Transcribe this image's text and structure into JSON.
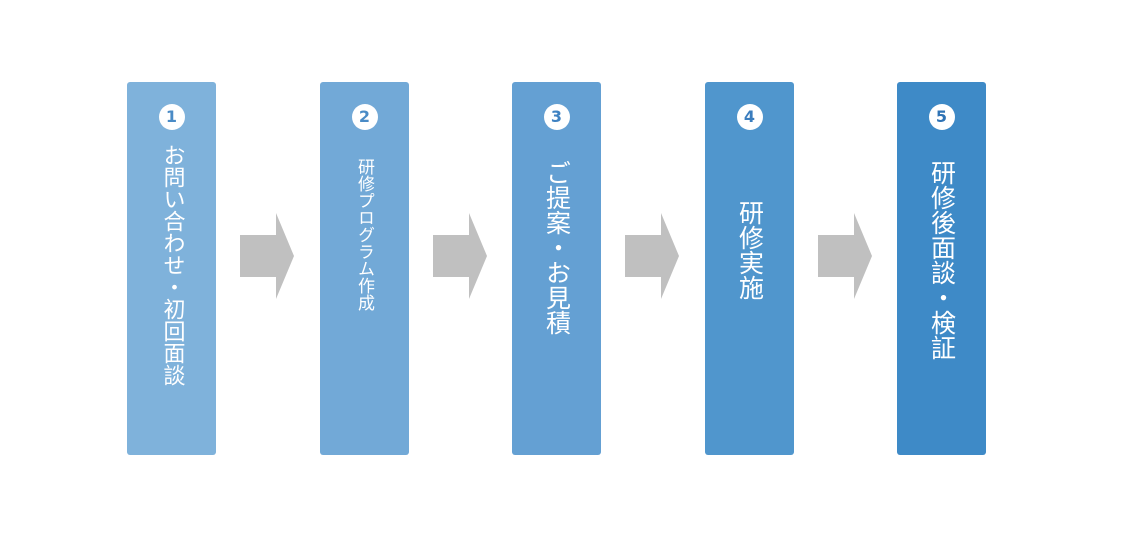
{
  "steps": [
    {
      "number": "1",
      "label": "お問い合わせ・初回面談",
      "color": "#7fb2db",
      "number_color": "#4a8bc6"
    },
    {
      "number": "2",
      "label": "研修プログラム作成",
      "color": "#72a9d7",
      "number_color": "#4a8bc6"
    },
    {
      "number": "3",
      "label": "ご提案・お見積",
      "color": "#64a0d3",
      "number_color": "#3f82c2"
    },
    {
      "number": "4",
      "label": "研修実施",
      "color": "#5096cd",
      "number_color": "#3a7dbe"
    },
    {
      "number": "5",
      "label": "研修後面談・検証",
      "color": "#3e8ac7",
      "number_color": "#2f73b5"
    }
  ],
  "arrow_color": "#c0c0c0"
}
